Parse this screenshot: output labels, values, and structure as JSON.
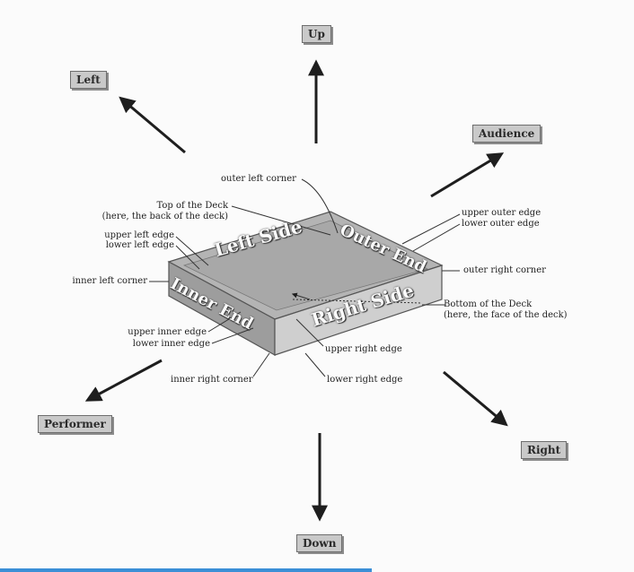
{
  "directions": {
    "up": "Up",
    "left": "Left",
    "audience": "Audience",
    "performer": "Performer",
    "right": "Right",
    "down": "Down"
  },
  "faces": {
    "left_side": "Left Side",
    "outer_end": "Outer End",
    "inner_end": "Inner End",
    "right_side": "Right Side"
  },
  "labels": {
    "outer_left_corner": "outer left corner",
    "top_of_deck_title": "Top of the Deck",
    "top_of_deck_note": "(here, the back of the deck)",
    "upper_left_edge": "upper left edge",
    "lower_left_edge": "lower left edge",
    "inner_left_corner": "inner left corner",
    "upper_inner_edge": "upper inner edge",
    "lower_inner_edge": "lower inner edge",
    "inner_right_corner": "inner right corner",
    "upper_outer_edge": "upper outer edge",
    "lower_outer_edge": "lower outer edge",
    "outer_right_corner": "outer right corner",
    "bottom_of_deck_title": "Bottom of the Deck",
    "bottom_of_deck_note": "(here, the face of the deck)",
    "upper_right_edge": "upper right edge",
    "lower_right_edge": "lower right edge"
  },
  "colors": {
    "box_top": "#b8b8b8",
    "box_side_light": "#d4d4d4",
    "box_side_dark": "#9a9a9a",
    "arrow": "#1e1e1e",
    "label_box": "#c9c9c9",
    "accent_strip": "#3b8fd6"
  }
}
